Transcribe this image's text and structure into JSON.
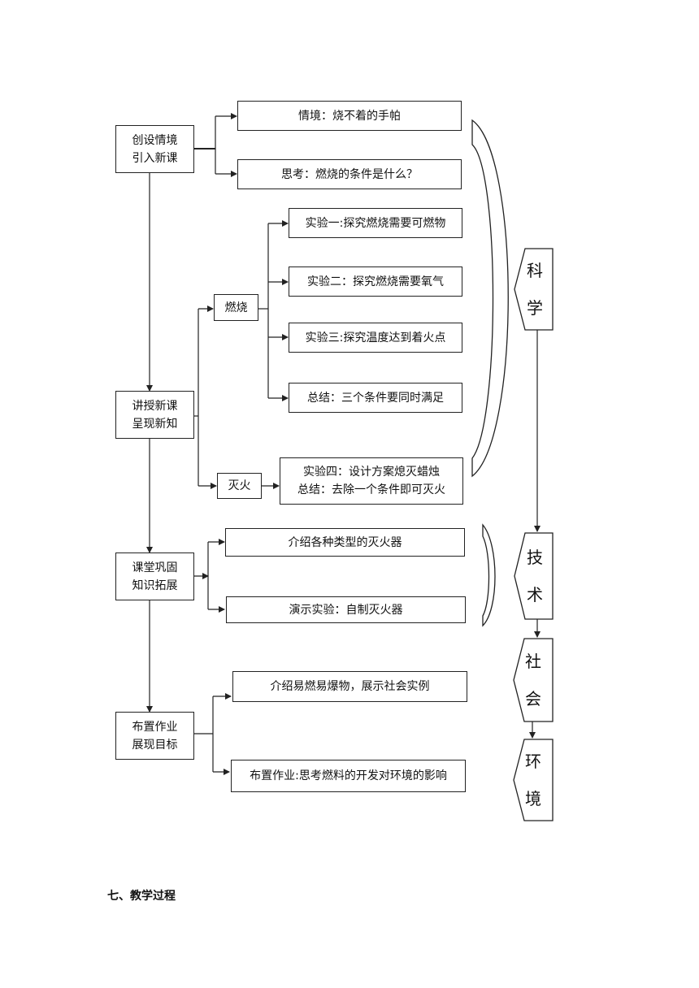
{
  "stages": {
    "s1": "创设情境\n引入新课",
    "s2": "讲授新课\n呈现新知",
    "s3": "课堂巩固\n知识拓展",
    "s4": "布置作业\n展现目标"
  },
  "items": {
    "scenario": "情境：烧不着的手帕",
    "think": "思考：燃烧的条件是什么？",
    "combustion": "燃烧",
    "extinguish": "灭火",
    "exp1": "实验一:探究燃烧需要可燃物",
    "exp2": "实验二：探究燃烧需要氧气",
    "exp3": "实验三:探究温度达到着火点",
    "summary1": "总结：三个条件要同时满足",
    "exp4": "实验四：设计方案熄灭蜡烛\n总结：去除一个条件即可灭火",
    "extinguishers": "介绍各种类型的灭火器",
    "demo": "演示实验：自制灭火器",
    "explosives": "介绍易燃易爆物，展示社会实例",
    "homework": "布置作业:思考燃料的开发对环境的影响"
  },
  "tags": {
    "science": "科\n学",
    "technology": "技\n术",
    "society": "社\n会",
    "environment": "环\n境"
  },
  "section_heading": "七、教学过程"
}
